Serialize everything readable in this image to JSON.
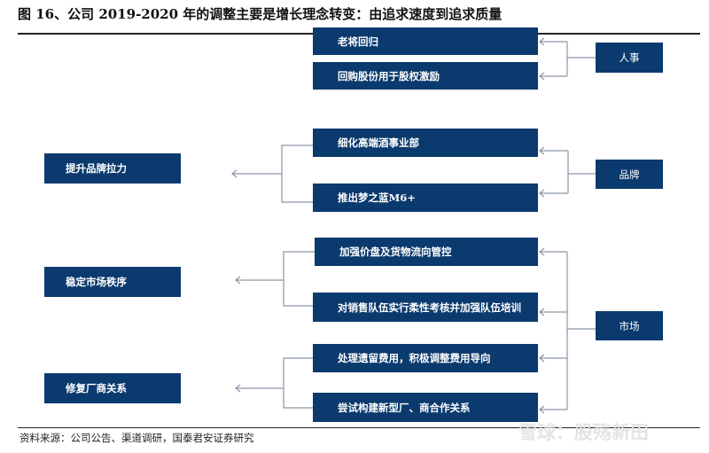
{
  "title": "图 16、公司 2019-2020 年的调整主要是增长理念转变：由追求速度到追求质量",
  "categories": {
    "personnel": "人事",
    "brand": "品牌",
    "market": "市场"
  },
  "actions": {
    "a1": "老将回归",
    "a2": "回购股份用于股权激励",
    "a3": "细化高端酒事业部",
    "a4": "推出梦之蓝M6+",
    "a5": "加强价盘及货物流向管控",
    "a6": "对销售队伍实行柔性考核并加强队伍培训",
    "a7": "处理遗留费用，积极调整费用导向",
    "a8": "尝试构建新型厂、商合作关系"
  },
  "outcomes": {
    "o1": "提升品牌拉力",
    "o2": "稳定市场秩序",
    "o3": "修复厂商关系"
  },
  "source": "资料来源：公司公告、渠道调研，国泰君安证券研究",
  "watermark": "雪球：股殇新田",
  "colors": {
    "box": "#0b3a6e",
    "connector": "#8a96a6"
  }
}
